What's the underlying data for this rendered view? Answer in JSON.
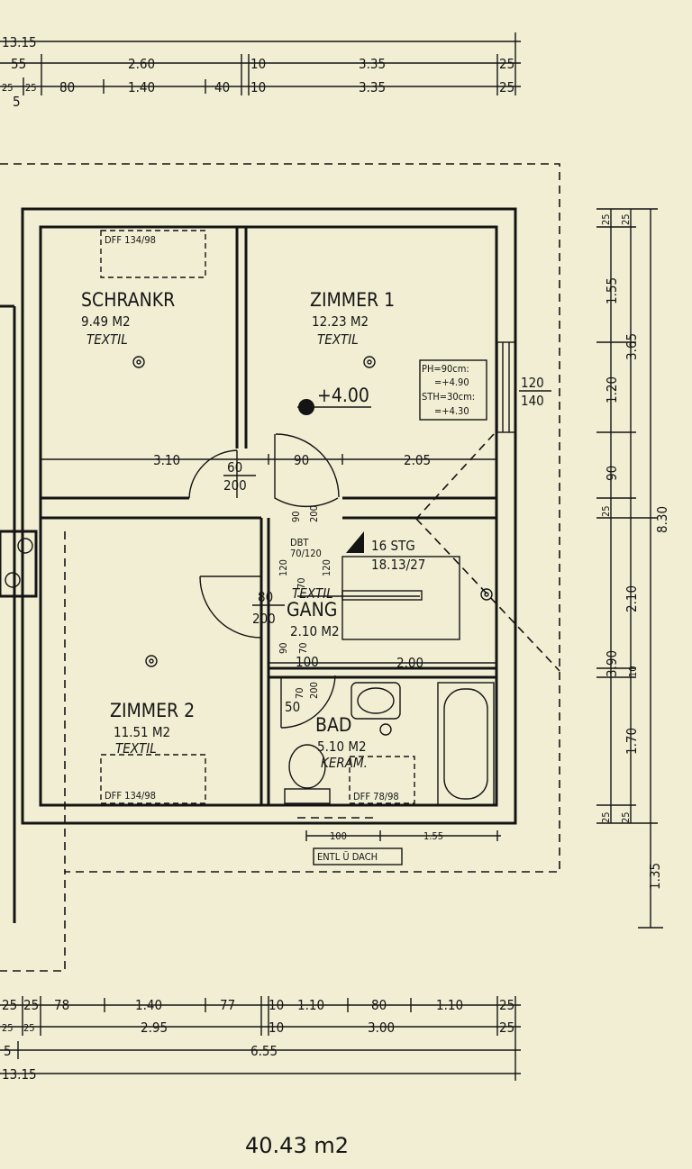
{
  "plan": {
    "rooms": {
      "schrankr": {
        "name": "SCHRANKR",
        "area": "9.49 M2",
        "floor": "TEXTIL"
      },
      "zimmer1": {
        "name": "ZIMMER 1",
        "area": "12.23 M2",
        "floor": "TEXTIL"
      },
      "zimmer2": {
        "name": "ZIMMER 2",
        "area": "11.51 M2",
        "floor": "TEXTIL"
      },
      "gang": {
        "name": "GANG",
        "area": "2.10 M2",
        "floor": "TEXTIL"
      },
      "bad": {
        "name": "BAD",
        "area": "5.10 M2",
        "floor": "KERAM."
      }
    },
    "level": "+4.00",
    "skylight_top": "DFF 134/98",
    "skylight_bottom": "DFF 134/98",
    "skylight_bath": "DFF 78/98",
    "stair": {
      "steps": "16 STG",
      "size": "18.13/27"
    },
    "attic_hatch": {
      "line1": "DBT",
      "line2": "70/120"
    },
    "note_box": {
      "l1": "PH=90cm:",
      "l2": "=+4.90",
      "l3": "STH=30cm:",
      "l4": "=+4.30"
    },
    "vent": "ENTL Ü DACH",
    "window": {
      "w": "120",
      "h": "140"
    },
    "doors": {
      "schrankr_w": "60",
      "schrankr_h": "200",
      "zimmer2_w": "80",
      "zimmer2_h": "200",
      "zimmer1_w": "90",
      "zimmer1_h": "200",
      "bad_w": "70",
      "bad_h": "200",
      "gang_h": "120",
      "gang_small_1": "70",
      "gang_small_2": "120",
      "gang_small_3": "90",
      "gang_small_4": "70"
    },
    "dims": {
      "top_total": "13.15",
      "top_r1": {
        "a": "55",
        "b": "2.60",
        "c": "10",
        "d": "3.35",
        "e": "25"
      },
      "top_r2": {
        "a": "25",
        "b": "25",
        "c": "80",
        "d": "1.40",
        "e": "40",
        "f": "10",
        "g": "3.35",
        "h": "25"
      },
      "top_r2_sub": "5",
      "mid_310": "3.10",
      "mid_90": "90",
      "mid_205": "2.05",
      "gang_100": "100",
      "gang_200": "2.00",
      "bad_50": "50",
      "under_100": "100",
      "under_155": "1.55",
      "right_inner": {
        "a": "25",
        "b": "1.55",
        "c": "1.20",
        "d": "90",
        "e": "25",
        "f": "2.10",
        "g": "10",
        "h": "1.70",
        "i": "25"
      },
      "right_outer": {
        "a": "25",
        "b": "3.65",
        "c": "3.90",
        "d": "25"
      },
      "right_total": "8.30",
      "right_overhang": "1.35",
      "bot_r1": {
        "a": "25",
        "b": "25",
        "c": "78",
        "d": "1.40",
        "e": "77",
        "f": "10",
        "g": "1.10",
        "h": "80",
        "i": "1.10",
        "j": "25"
      },
      "bot_r2": {
        "a": "25",
        "b": "25",
        "c": "2.95",
        "d": "10",
        "e": "3.00",
        "f": "25"
      },
      "bot_r3": {
        "a": "5",
        "b": "6.55"
      },
      "bot_total": "13.15"
    },
    "total_area": "40.43 m2"
  }
}
